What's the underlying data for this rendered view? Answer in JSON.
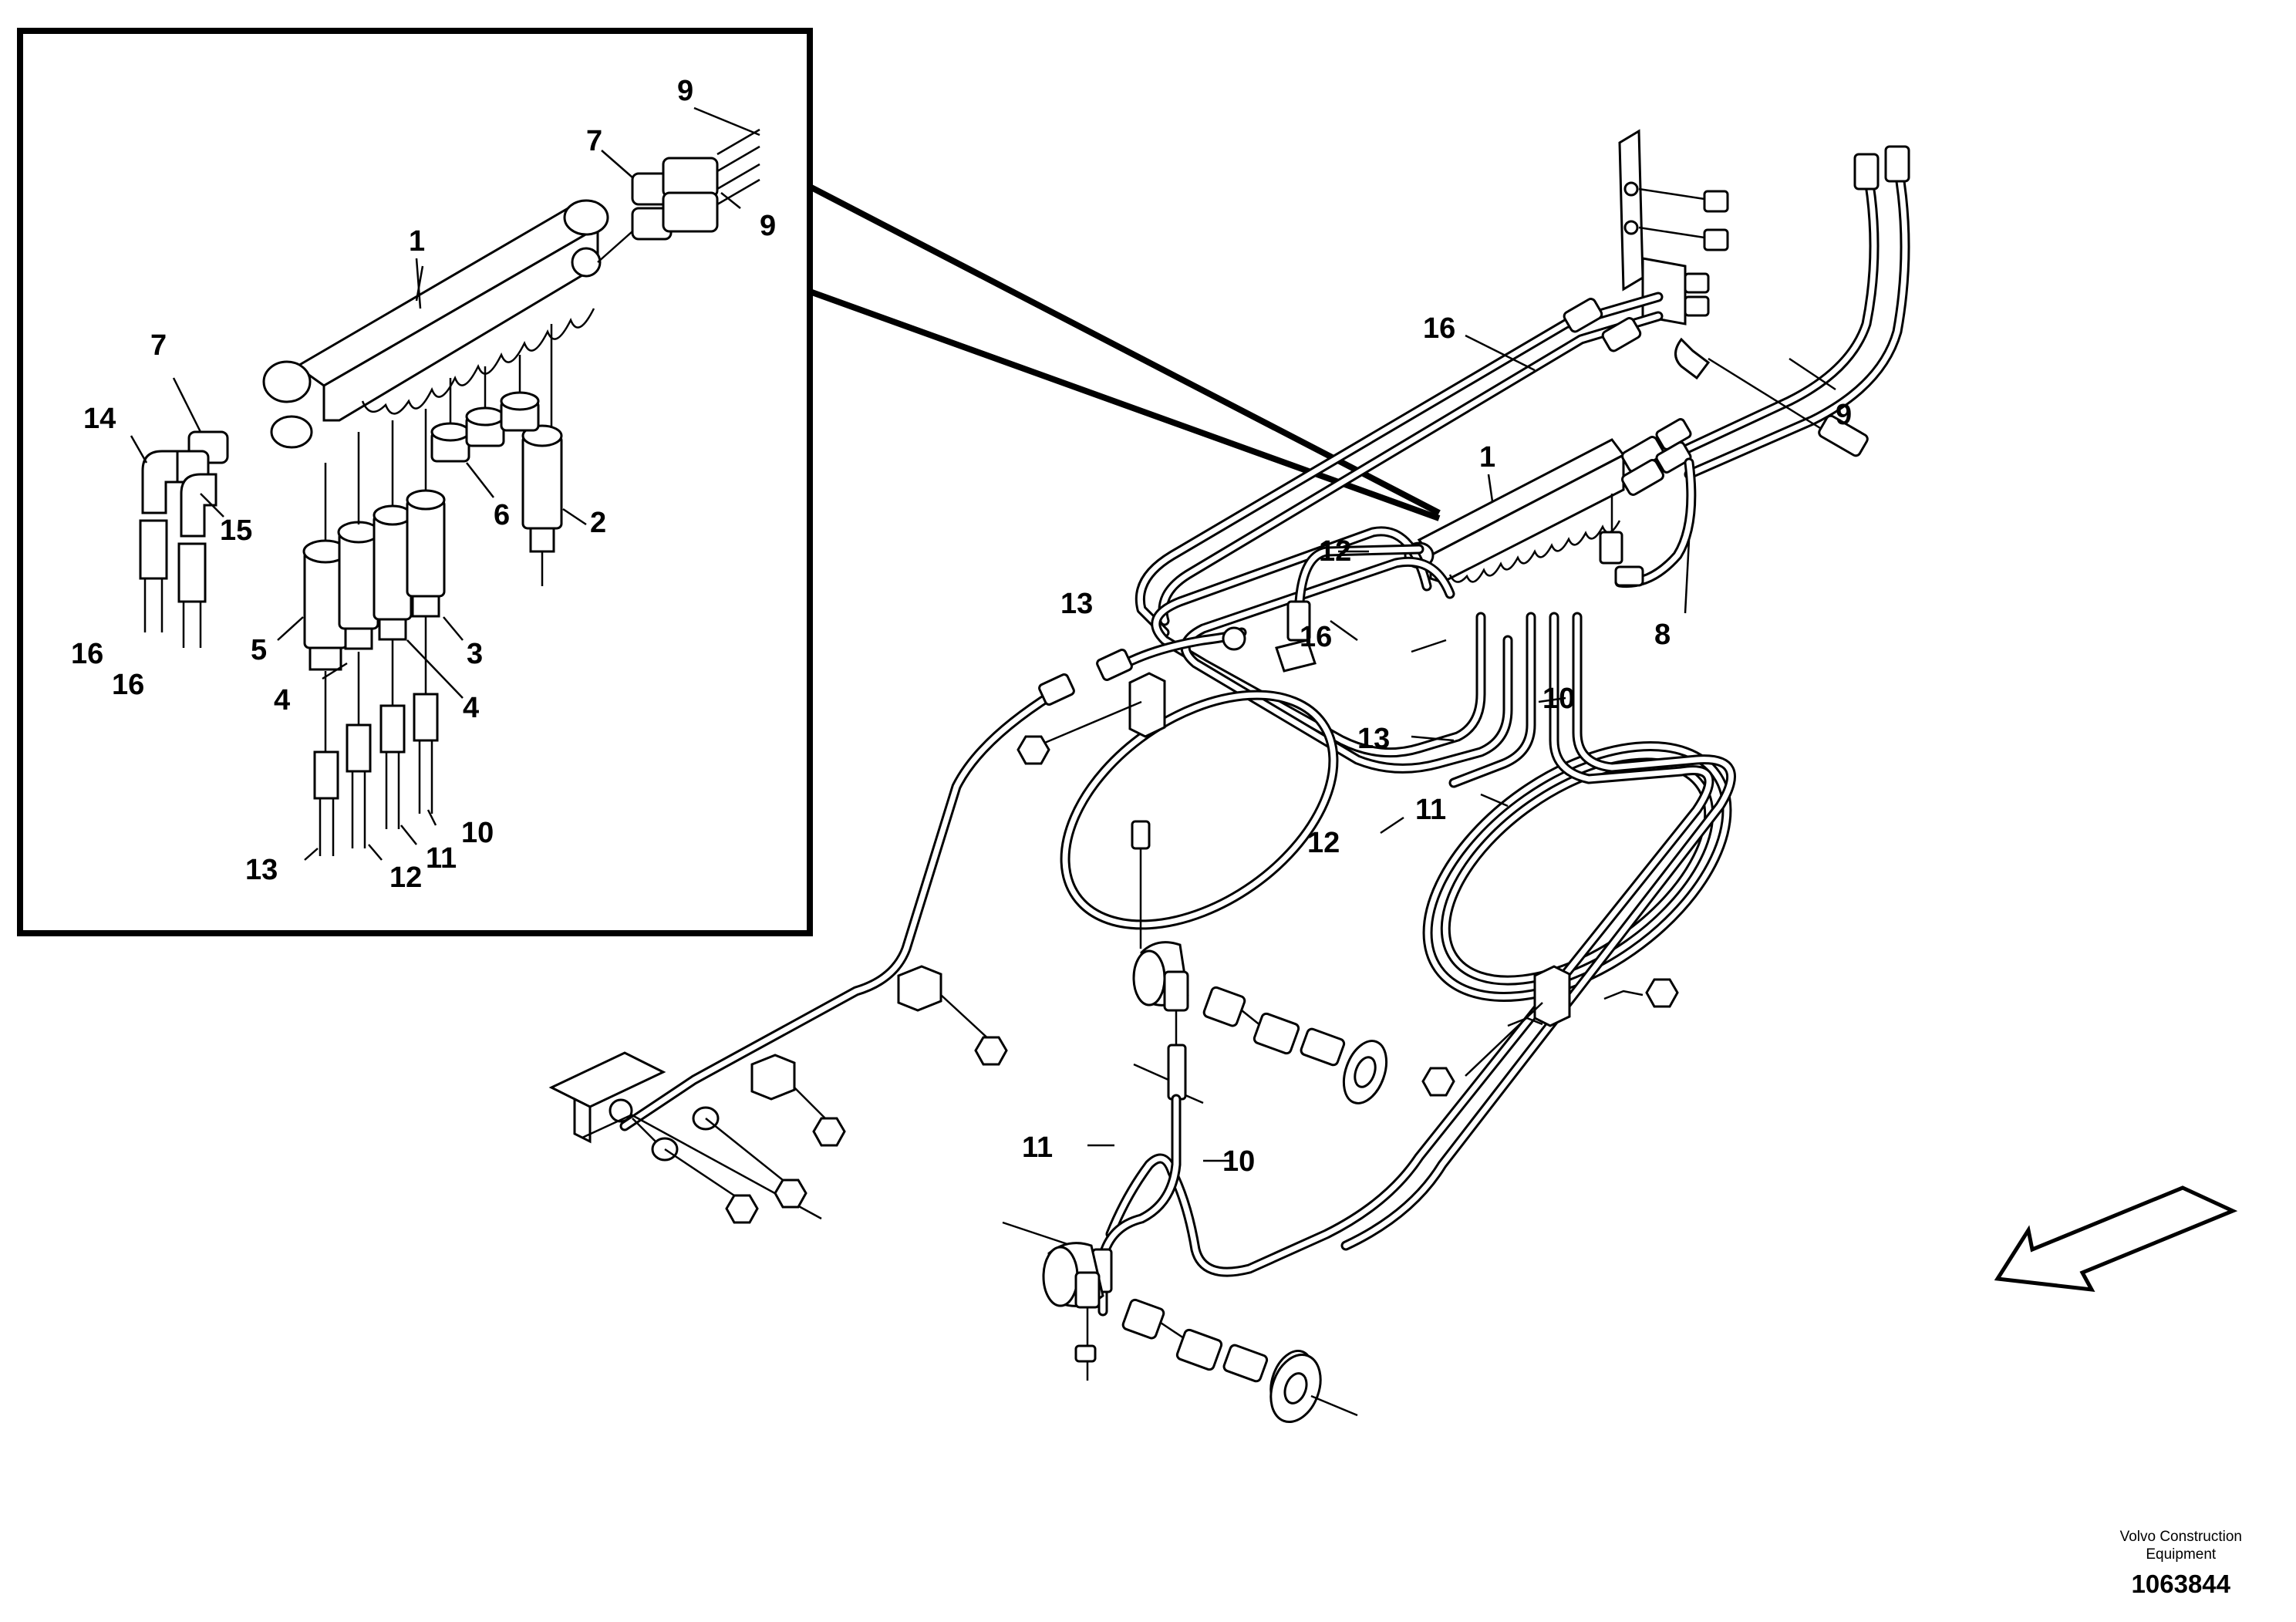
{
  "callouts": {
    "inset": {
      "c1": "1",
      "c2": "2",
      "c3": "3",
      "c4a": "4",
      "c4b": "4",
      "c5": "5",
      "c6": "6",
      "c7a": "7",
      "c7b": "7",
      "c9a": "9",
      "c9b": "9",
      "c10": "10",
      "c11": "11",
      "c12": "12",
      "c13": "13",
      "c14": "14",
      "c15": "15",
      "c16a": "16",
      "c16b": "16"
    },
    "main": {
      "c1": "1",
      "c8": "8",
      "c9": "9",
      "c10a": "10",
      "c10b": "10",
      "c11a": "11",
      "c11b": "11",
      "c12a": "12",
      "c12b": "12",
      "c13a": "13",
      "c13b": "13",
      "c16a": "16",
      "c16b": "16"
    }
  },
  "footer": {
    "maker_line1": "Volvo Construction",
    "maker_line2": "Equipment",
    "drawing_number": "1063844"
  }
}
